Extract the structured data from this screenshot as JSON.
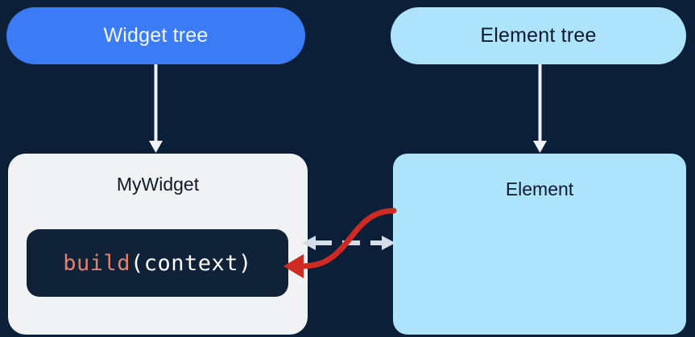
{
  "diagram": {
    "title_left": "Widget tree",
    "title_right": "Element tree",
    "background_color": "#0b2038",
    "nodes": {
      "widget_tree": {
        "label": "Widget tree",
        "shape": "pill",
        "fill": "#3b7bf5",
        "text_color": "#f2f6ff"
      },
      "element_tree": {
        "label": "Element tree",
        "shape": "pill",
        "fill": "#ade3fb",
        "text_color": "#0b1a2c"
      },
      "my_widget": {
        "label": "MyWidget",
        "shape": "rounded-rect",
        "fill": "#f0f2f4",
        "text_color": "#111a26",
        "code": {
          "function_name": "build",
          "arguments": "(context)",
          "full_text": "build(context)",
          "fn_color": "#e4816c",
          "plain_color": "#ffffff",
          "block_fill": "#0f2238"
        }
      },
      "element": {
        "label": "Element",
        "shape": "rounded-rect",
        "fill": "#ade3fb",
        "text_color": "#0b1a2c"
      }
    },
    "connectors": {
      "widget_tree_to_my_widget": {
        "name": "down-arrow-left",
        "style": "solid",
        "color": "#eef1f5",
        "direction": "down"
      },
      "element_tree_to_element": {
        "name": "down-arrow-right",
        "style": "solid",
        "color": "#eef1f5",
        "direction": "down"
      },
      "my_widget_element_link": {
        "name": "dashed-double-arrow",
        "style": "dashed",
        "color": "#d4dde8",
        "direction": "bidirectional"
      },
      "element_to_build": {
        "name": "red-curved-arrow",
        "style": "solid-curve",
        "color": "#cc2a22",
        "direction": "right-to-left"
      }
    }
  }
}
